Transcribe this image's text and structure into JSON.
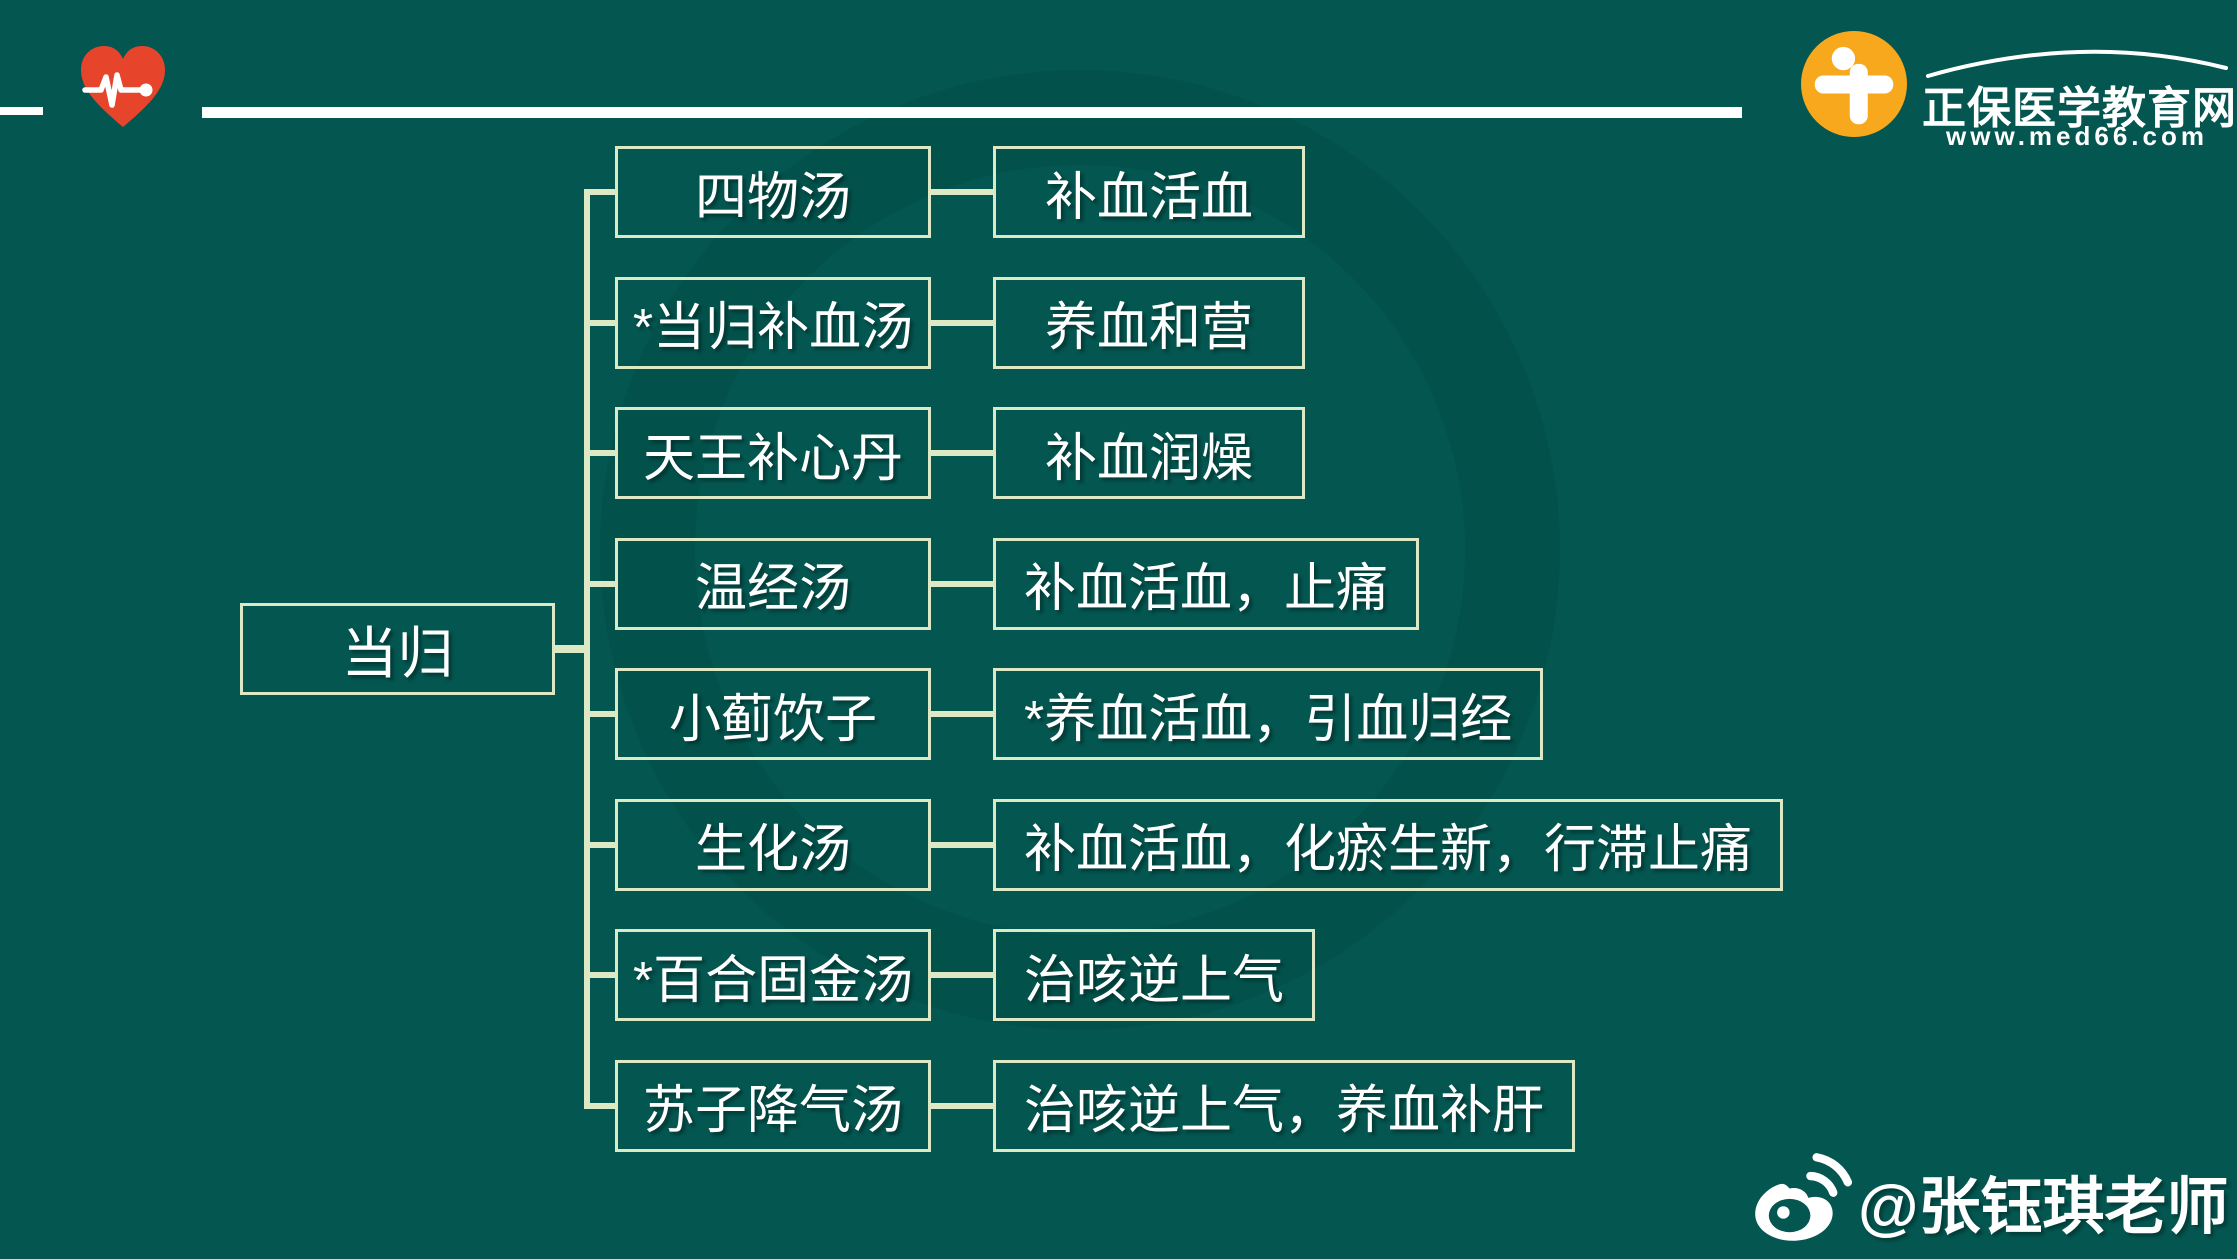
{
  "brand": {
    "name": "正保医学教育网",
    "url": "www.med66.com",
    "badge_color": "#f7a81c"
  },
  "header": {
    "accent_color": "#e6452c",
    "rule_color": "#ffffff"
  },
  "diagram": {
    "root": "当归",
    "line_color": "#dde8c4",
    "background_color": "#045650",
    "rows": [
      {
        "formula": "四物汤",
        "function": "补血活血"
      },
      {
        "formula": "*当归补血汤",
        "function": "养血和营"
      },
      {
        "formula": "天王补心丹",
        "function": "补血润燥"
      },
      {
        "formula": "温经汤",
        "function": "补血活血，止痛"
      },
      {
        "formula": "小蓟饮子",
        "function": "*养血活血，引血归经"
      },
      {
        "formula": "生化汤",
        "function": "补血活血，化瘀生新，行滞止痛"
      },
      {
        "formula": "*百合固金汤",
        "function": "治咳逆上气"
      },
      {
        "formula": "苏子降气汤",
        "function": "治咳逆上气，养血补肝"
      }
    ]
  },
  "watermark": {
    "handle": "@张钰琪老师"
  }
}
